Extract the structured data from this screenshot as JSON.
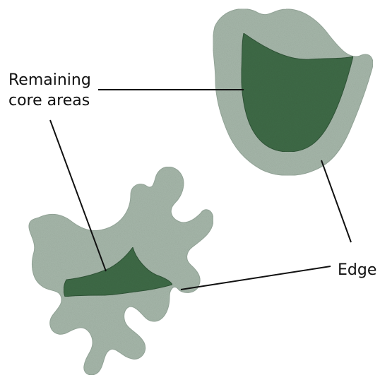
{
  "labels": {
    "core_line1": "Remaining",
    "core_line2": "core areas",
    "edge": "Edge"
  },
  "colors": {
    "edge": "#a7b8ab",
    "edge_outline": "#97a99c",
    "core": "#3f6b47",
    "core_outline": "#2f5537",
    "leader": "#111111",
    "text": "#111111",
    "background": "#ffffff"
  }
}
